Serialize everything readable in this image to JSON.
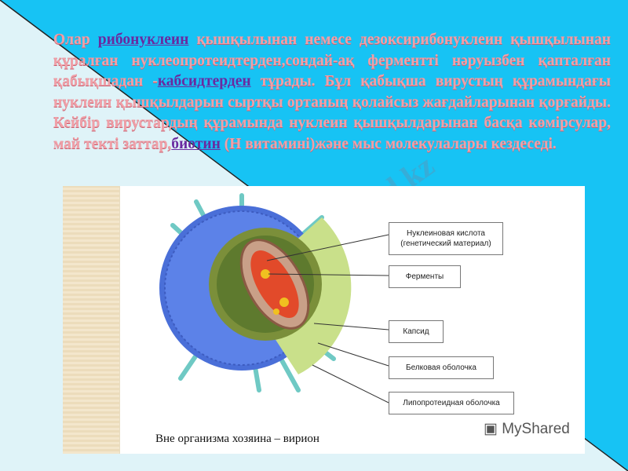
{
  "paragraph": {
    "t1": "Олар ",
    "link1": "рибонуклеин",
    "t2": " қышқылынан немесе дезоксирибонуклеин қышқылынан құралған нуклеопротеидтерден,сондай-ақ ферментті нәруызбен қапталған қабықшадан -",
    "link2": "кабсидтерден",
    "t3": " тұрады. Бұл қабықша вирустың құрамындағы нуклеин қышқылдарын сыртқы ортаның қолайсыз жағдайларынан қорғайды. Кейбір вирустардың құрамында нуклеин қышқылдарынан басқа көмірсулар, май текті заттар,",
    "link3": "биотин",
    "t4": " (Н витамині)және мыс молекулалары кездеседі."
  },
  "figure": {
    "labels": [
      "Нуклеиновая кислота (генетический материал)",
      "Ферменты",
      "Капсид",
      "Белковая оболочка",
      "Липопротеидная оболочка"
    ],
    "caption": "Вне организма хозяина – вирион",
    "logo": "MyShared"
  },
  "watermark": "Stud.kz",
  "colors": {
    "background": "#17c3f4",
    "light_area": "#dff3f8",
    "text": "#f0a0a8",
    "link": "#6a2aa0"
  }
}
